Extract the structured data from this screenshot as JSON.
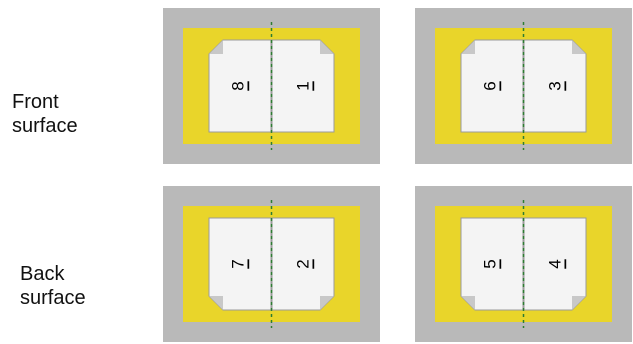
{
  "rows": [
    {
      "label_lines": [
        "Front",
        "surface"
      ],
      "sheets": [
        {
          "left_page": "8",
          "right_page": "1",
          "pages_flipped": true,
          "color": "#e9d52a"
        },
        {
          "left_page": "6",
          "right_page": "3",
          "pages_flipped": true,
          "color": "#e9d52a"
        }
      ]
    },
    {
      "label_lines": [
        "Back",
        "surface"
      ],
      "sheets": [
        {
          "left_page": "7",
          "right_page": "2",
          "pages_flipped": false,
          "color": "#e9d52a"
        },
        {
          "left_page": "5",
          "right_page": "4",
          "pages_flipped": false,
          "color": "#e9d52a"
        }
      ]
    }
  ],
  "colors": {
    "thumbnail_background": "#b9b9b9",
    "sheet": "#e9d52a",
    "page": "#f4f4f4",
    "fold_line": "#2e7d32"
  }
}
